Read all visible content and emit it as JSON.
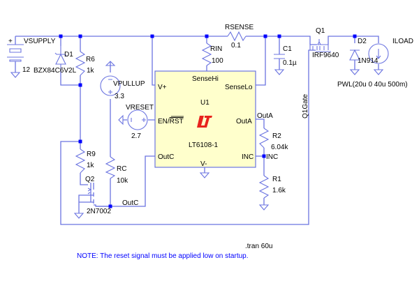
{
  "schematic": {
    "components": {
      "vsupply": {
        "name": "VSUPPLY",
        "value": "12"
      },
      "d1": {
        "name": "D1",
        "value": "BZX84C6V2L"
      },
      "r6": {
        "name": "R6",
        "value": "1k"
      },
      "vpullup": {
        "name": "VPULLUP",
        "value": "3.3"
      },
      "vreset": {
        "name": "VRESET",
        "value": "2.7"
      },
      "rin": {
        "name": "RIN",
        "value": "100"
      },
      "rsense": {
        "name": "RSENSE",
        "value": "0.1"
      },
      "c1": {
        "name": "C1",
        "value": "0.1µ"
      },
      "q1": {
        "name": "Q1",
        "value": "IRF9640"
      },
      "d2": {
        "name": "D2",
        "value": "1N914"
      },
      "iload": {
        "name": "ILOAD",
        "value": "PWL(20u 0 40u 500m)"
      },
      "u1": {
        "name": "U1",
        "part": "LT6108-1"
      },
      "r2": {
        "name": "R2",
        "value": "6.04k"
      },
      "r1": {
        "name": "R1",
        "value": "1.6k"
      },
      "r9": {
        "name": "R9",
        "value": "1k"
      },
      "rc": {
        "name": "RC",
        "value": "10k"
      },
      "q2": {
        "name": "Q2",
        "value": "2N7002"
      }
    },
    "ic_pins": {
      "sensehi": "SenseHi",
      "senselo": "SenseLo",
      "vplus": "V+",
      "en_rst_prefix": "EN/",
      "en_rst_bar": "RST",
      "outa": "OutA",
      "outc": "OutC",
      "inc": "INC",
      "vminus": "V-"
    },
    "net_labels": {
      "outa": "OutA",
      "inc": "INC",
      "outc": "OutC",
      "q1gate": "Q1Gate"
    },
    "directives": {
      "tran": ".tran 60u",
      "note": "NOTE:  The reset signal must be applied low on startup."
    },
    "colors": {
      "wire": "#6b74e0",
      "junction": "#0000ff",
      "ic_fill": "#ffffcc",
      "logo": "#e8231d",
      "note": "#0000ff"
    }
  }
}
